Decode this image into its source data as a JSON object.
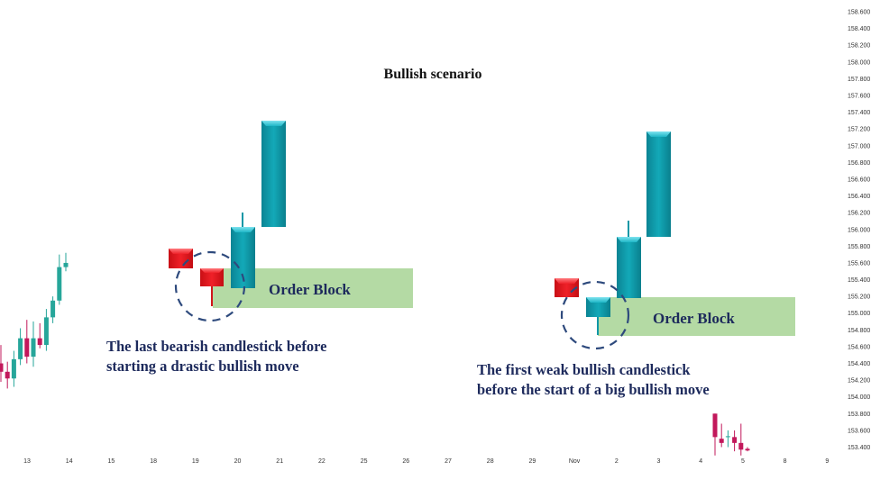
{
  "chart_data": {
    "type": "candlestick",
    "title": "Bullish scenario",
    "x_ticks": [
      "13",
      "14",
      "15",
      "18",
      "19",
      "20",
      "21",
      "22",
      "25",
      "26",
      "27",
      "28",
      "29",
      "Nov",
      "2",
      "3",
      "4",
      "5",
      "8",
      "9"
    ],
    "y_ticks": [
      "153.400",
      "153.600",
      "153.800",
      "154.000",
      "154.200",
      "154.400",
      "154.600",
      "154.800",
      "155.000",
      "155.200",
      "155.400",
      "155.600",
      "155.800",
      "156.000",
      "156.200",
      "156.400",
      "156.600",
      "156.800",
      "157.000",
      "157.200",
      "157.400",
      "157.600",
      "157.800",
      "158.000",
      "158.200",
      "158.400",
      "158.600"
    ],
    "ylim": [
      153.3,
      158.7
    ],
    "grid": false,
    "colors": {
      "bullish": "#26a69a",
      "bearish": "#c2185b",
      "diagram_bull": "#1aa6b7",
      "diagram_bear": "#e0151b",
      "order_block": "#9fd08a",
      "circle": "#2e4a7d"
    },
    "left_chart_candles": [
      {
        "x": "13",
        "open": 154.4,
        "high": 154.62,
        "low": 154.18,
        "close": 154.3
      },
      {
        "x": "13",
        "open": 154.3,
        "high": 154.42,
        "low": 154.1,
        "close": 154.22
      },
      {
        "x": "13",
        "open": 154.22,
        "high": 154.55,
        "low": 154.12,
        "close": 154.45
      },
      {
        "x": "13",
        "open": 154.45,
        "high": 154.82,
        "low": 154.38,
        "close": 154.7
      },
      {
        "x": "14",
        "open": 154.7,
        "high": 154.92,
        "low": 154.4,
        "close": 154.48
      },
      {
        "x": "14",
        "open": 154.48,
        "high": 154.9,
        "low": 154.36,
        "close": 154.7
      },
      {
        "x": "14",
        "open": 154.7,
        "high": 154.88,
        "low": 154.58,
        "close": 154.62
      },
      {
        "x": "14",
        "open": 154.62,
        "high": 155.05,
        "low": 154.55,
        "close": 154.95
      },
      {
        "x": "14",
        "open": 154.95,
        "high": 155.2,
        "low": 154.88,
        "close": 155.15
      },
      {
        "x": "14",
        "open": 155.15,
        "high": 155.7,
        "low": 155.1,
        "close": 155.55
      },
      {
        "x": "14",
        "open": 155.55,
        "high": 155.72,
        "low": 155.5,
        "close": 155.6
      }
    ],
    "right_chart_candles": [
      {
        "x": "4",
        "open": 153.8,
        "high": 153.8,
        "low": 153.3,
        "close": 153.52
      },
      {
        "x": "4",
        "open": 153.5,
        "high": 153.68,
        "low": 153.4,
        "close": 153.45
      },
      {
        "x": "4",
        "open": 153.53,
        "high": 153.6,
        "low": 153.4,
        "close": 153.53
      },
      {
        "x": "5",
        "open": 153.52,
        "high": 153.6,
        "low": 153.35,
        "close": 153.45
      },
      {
        "x": "5",
        "open": 153.45,
        "high": 153.68,
        "low": 153.3,
        "close": 153.37
      },
      {
        "x": "5",
        "open": 153.38,
        "high": 153.4,
        "low": 153.35,
        "close": 153.36
      }
    ],
    "diagrams": [
      {
        "order_block_label": "Order Block",
        "annotation": [
          "The last bearish candlestick before",
          "starting a drastic bullish move"
        ]
      },
      {
        "order_block_label": "Order Block",
        "annotation": [
          "The first weak bullish candlestick",
          "before the start of a big bullish move"
        ]
      }
    ]
  }
}
